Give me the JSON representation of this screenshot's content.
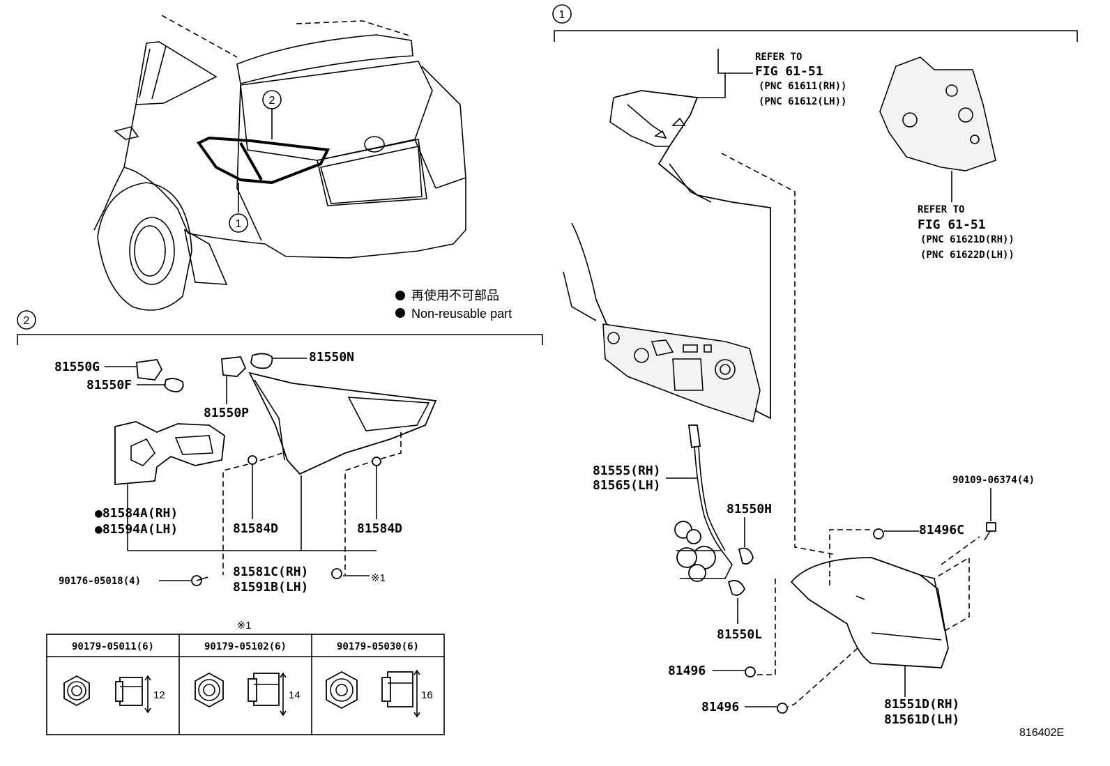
{
  "legend": {
    "jp": "再使用不可部品",
    "en": "Non-reusable part"
  },
  "markers": {
    "one": "1",
    "two": "2",
    "ref_mark": "※1"
  },
  "section1": {
    "refer_upper": [
      "REFER TO",
      "FIG 61-51",
      "(PNC 61611(RH))",
      "(PNC 61612(LH))"
    ],
    "refer_right": [
      "REFER TO",
      "FIG 61-51",
      "(PNC 61621D(RH))",
      "(PNC 61622D(LH))"
    ],
    "parts": {
      "p81555": "81555(RH)",
      "p81565": "81565(LH)",
      "p81550H": "81550H",
      "p81550L": "81550L",
      "p81496a": "81496",
      "p81496b": "81496",
      "p81496C": "81496C",
      "p90109": "90109-06374(4)",
      "p81551D": "81551D(RH)",
      "p81561D": "81561D(LH)"
    }
  },
  "section2": {
    "parts": {
      "p81550G": "81550G",
      "p81550F": "81550F",
      "p81550P": "81550P",
      "p81550N": "81550N",
      "p81584A": "●81584A(RH)",
      "p81594A": "●81594A(LH)",
      "p81584D_a": "81584D",
      "p81584D_b": "81584D",
      "p81581C": "81581C(RH)",
      "p81591B": "81591B(LH)",
      "p90176": "90176-05018(4)",
      "ref_note": "※1"
    }
  },
  "nut_table": {
    "headers": [
      "90179-05011(6)",
      "90179-05102(6)",
      "90179-05030(6)"
    ],
    "dims": [
      "12",
      "14",
      "16"
    ]
  },
  "figure_id": "816402E"
}
